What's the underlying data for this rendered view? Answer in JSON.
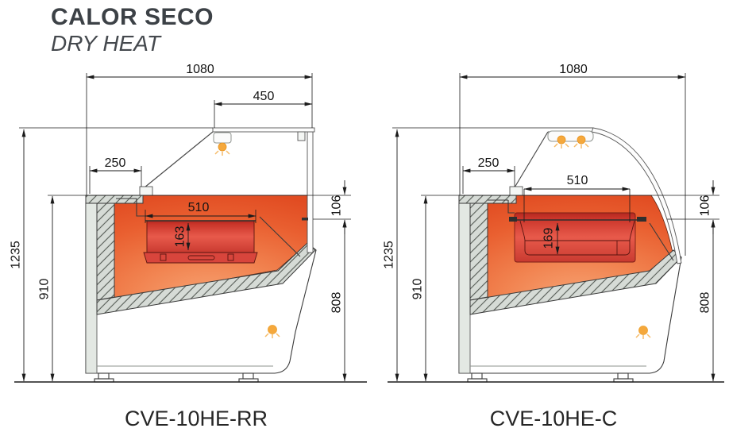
{
  "header": {
    "title": "CALOR SECO",
    "subtitle": "DRY HEAT"
  },
  "diagrams": [
    {
      "model": "CVE-10HE-RR",
      "dims": {
        "total_width": "1080",
        "glass_top_width": "450",
        "rear_counter_depth": "250",
        "tray_width": "510",
        "tray_depth": "163",
        "glass_gap_height": "106",
        "total_height": "1235",
        "counter_height": "910",
        "front_height": "808"
      }
    },
    {
      "model": "CVE-10HE-C",
      "dims": {
        "total_width": "1080",
        "rear_counter_depth": "250",
        "tray_width": "510",
        "tray_depth": "169",
        "glass_gap_height": "106",
        "total_height": "1235",
        "counter_height": "910",
        "front_height": "808"
      }
    }
  ],
  "icons": {
    "lamp": "orange-bulb-with-rays"
  },
  "colors": {
    "heat_zone": "#ee6a3c",
    "tray_red": "#d9453a",
    "lamp": "#f5a83c",
    "body_gray": "#e7ebe6",
    "line": "#1b1b1b",
    "title_text": "#3c4146"
  }
}
